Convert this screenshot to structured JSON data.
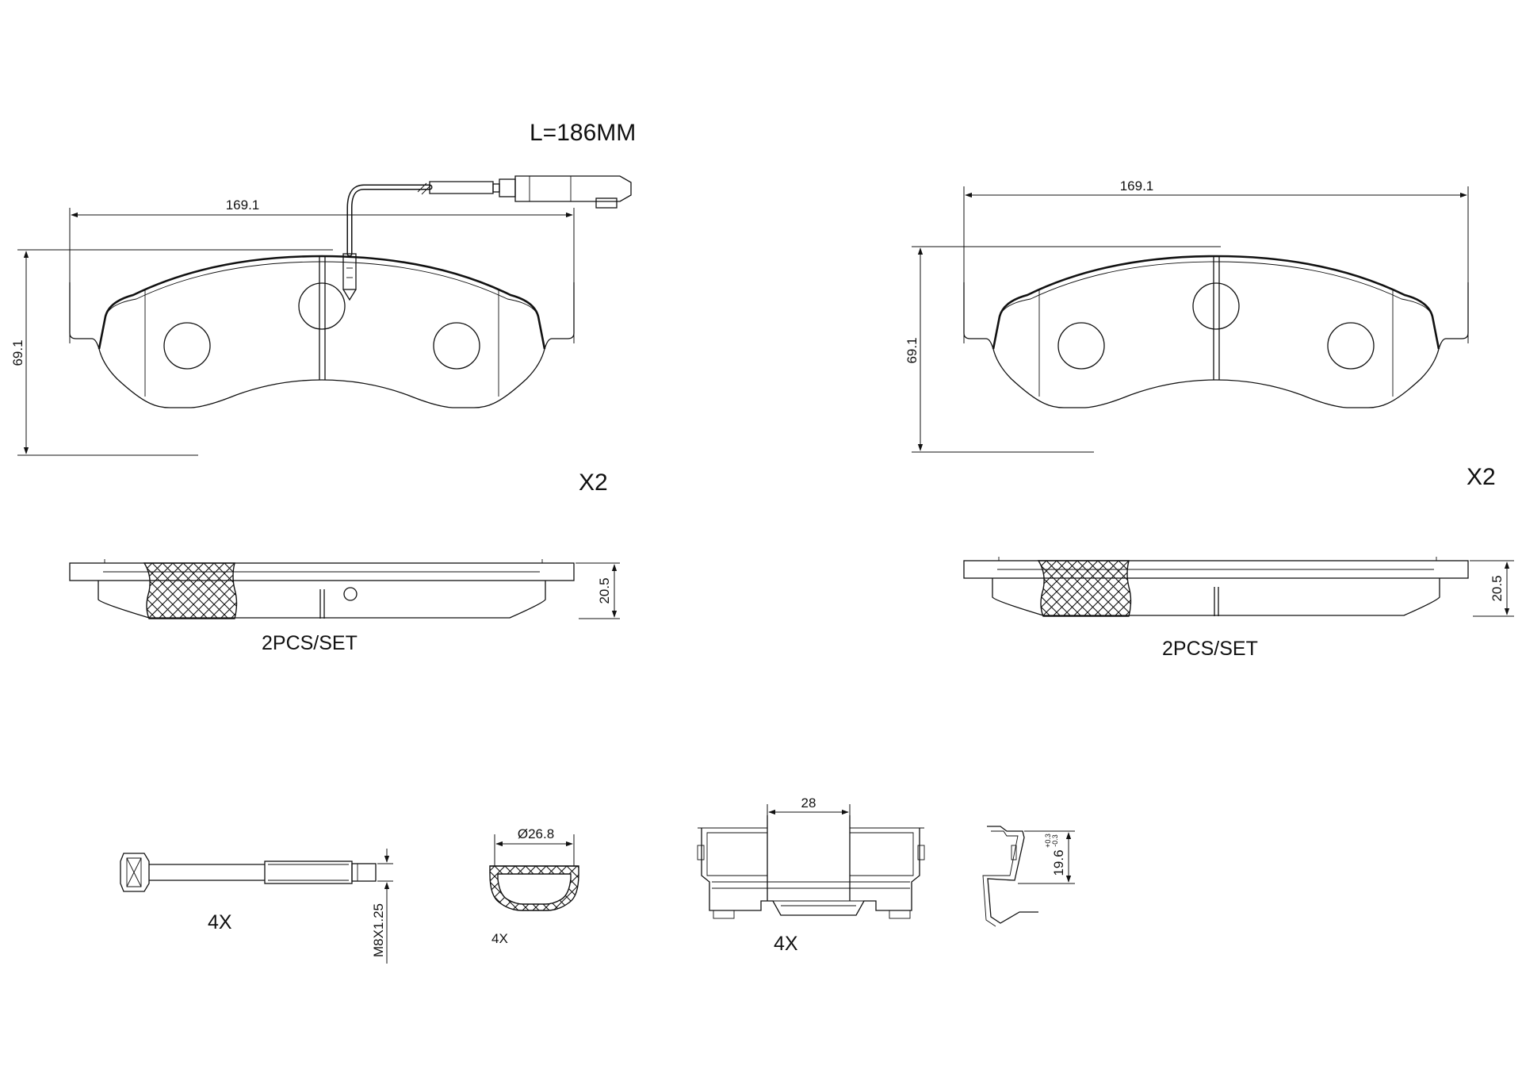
{
  "labels": {
    "wire_length": "L=186MM",
    "pad_qty_left": "X2",
    "pad_qty_right": "X2",
    "set_left": "2PCS/SET",
    "set_right": "2PCS/SET",
    "bolt_qty": "4X",
    "cap_qty": "4X",
    "clip_qty": "4X"
  },
  "dimensions": {
    "pad_width_left": "169.1",
    "pad_width_right": "169.1",
    "pad_height_left": "69.1",
    "pad_height_right": "69.1",
    "thickness_left": "20.5",
    "thickness_right": "20.5",
    "bolt_thread": "M8X1.25",
    "cap_diameter": "Ø26.8",
    "clip_width": "28",
    "spring_height": "19.6",
    "spring_tolerance_plus": "+0.3",
    "spring_tolerance_minus": "-0.3"
  },
  "colors": {
    "line": "#111111",
    "background": "#ffffff"
  }
}
